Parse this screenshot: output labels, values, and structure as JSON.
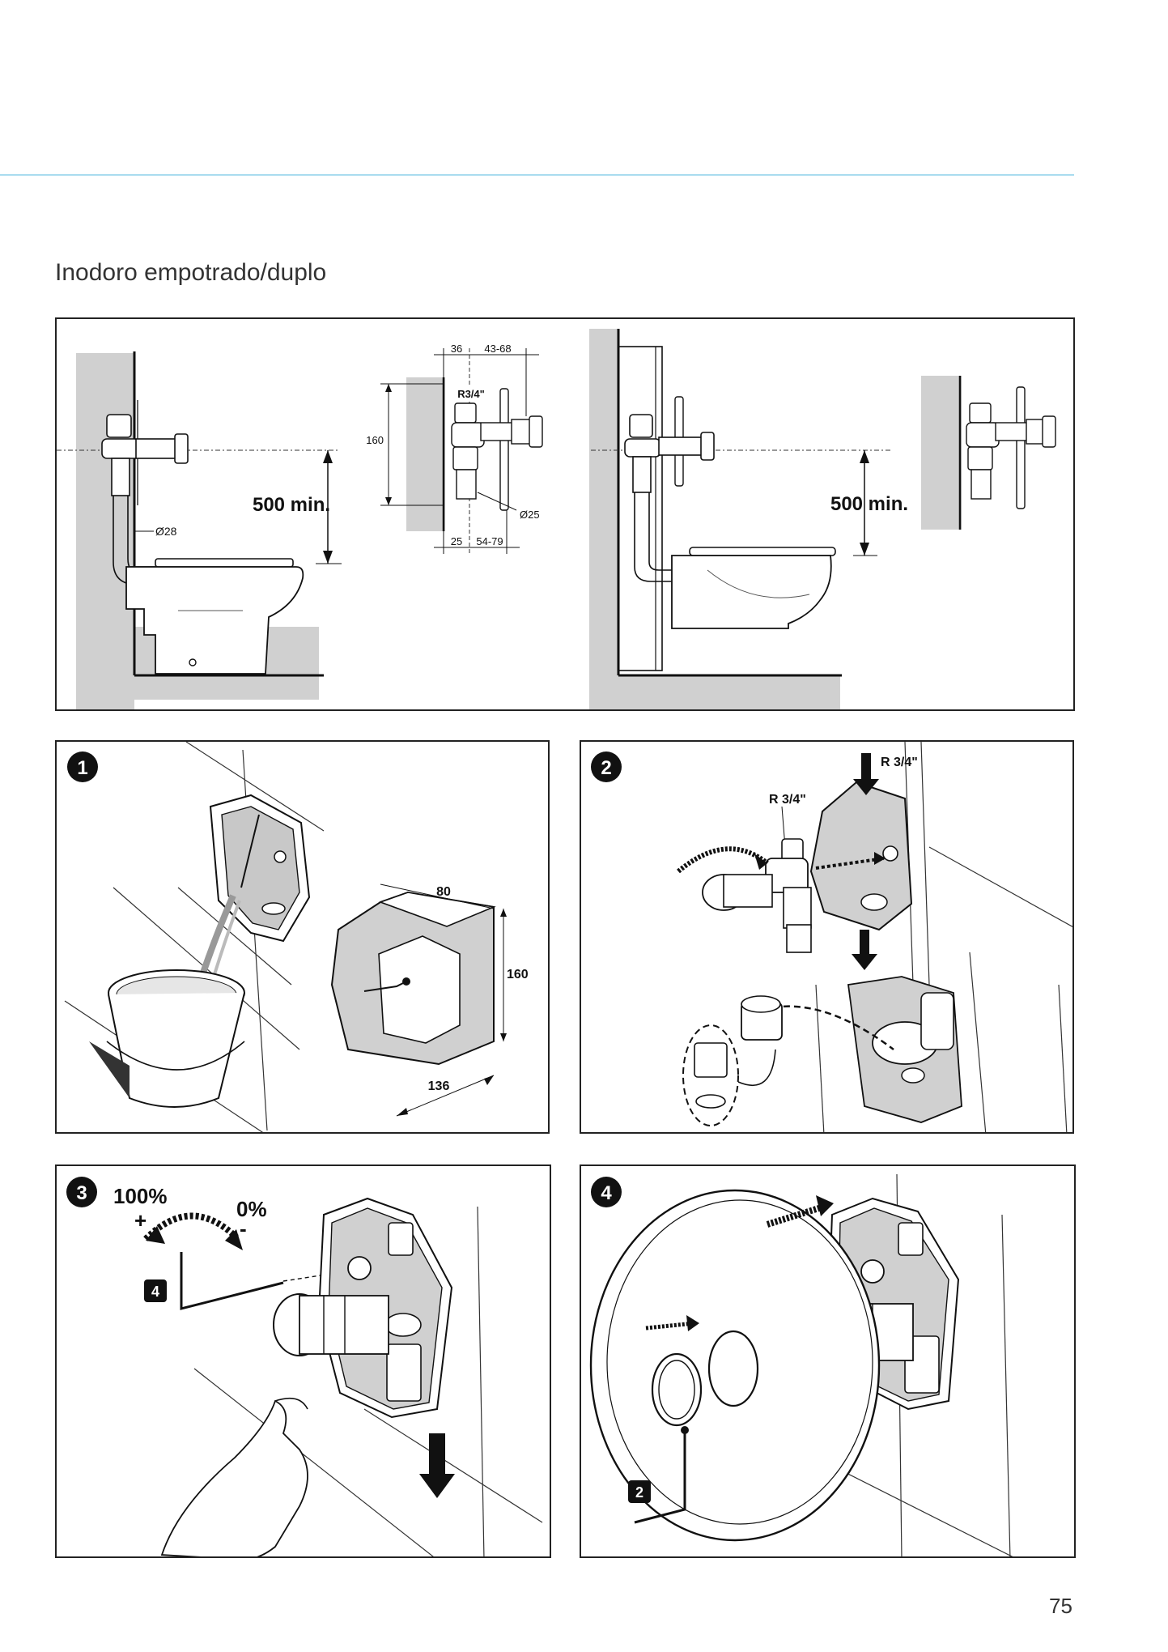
{
  "section_title": "Inodoro empotrado/duplo",
  "page_number": "75",
  "overview": {
    "left": {
      "height_label": "500 min.",
      "pipe_label": "Ø28"
    },
    "detail": {
      "top_dims": [
        "36",
        "43-68"
      ],
      "thread": "R3/4\"",
      "height": "160",
      "outlet": "Ø25",
      "bottom_dims": [
        "25",
        "54-79"
      ]
    },
    "right": {
      "height_label": "500 min."
    }
  },
  "steps": [
    {
      "number": "1",
      "dims": {
        "width": "80",
        "height": "160",
        "depth": "136"
      }
    },
    {
      "number": "2",
      "thread_top": "R 3/4\"",
      "thread_side": "R 3/4\""
    },
    {
      "number": "3",
      "open": "100%",
      "closed": "0%",
      "plus": "+",
      "minus": "-",
      "tool_ref": "4"
    },
    {
      "number": "4",
      "tool_ref": "2"
    }
  ],
  "colors": {
    "rule": "#a9dcef",
    "wall": "#d0d0d0",
    "line": "#1a1a1a"
  }
}
